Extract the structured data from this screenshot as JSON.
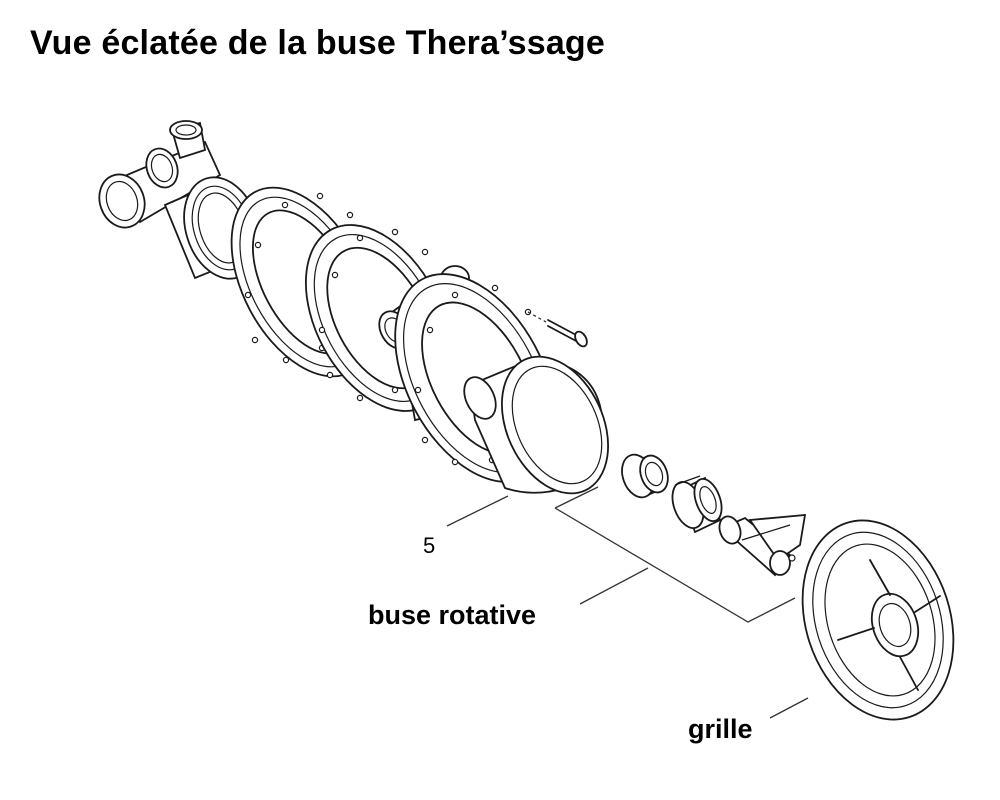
{
  "title": "Vue éclatée de la buse Thera’ssage",
  "labels": {
    "part_number": "5",
    "rotating_nozzle": "buse rotative",
    "grille": "grille"
  }
}
